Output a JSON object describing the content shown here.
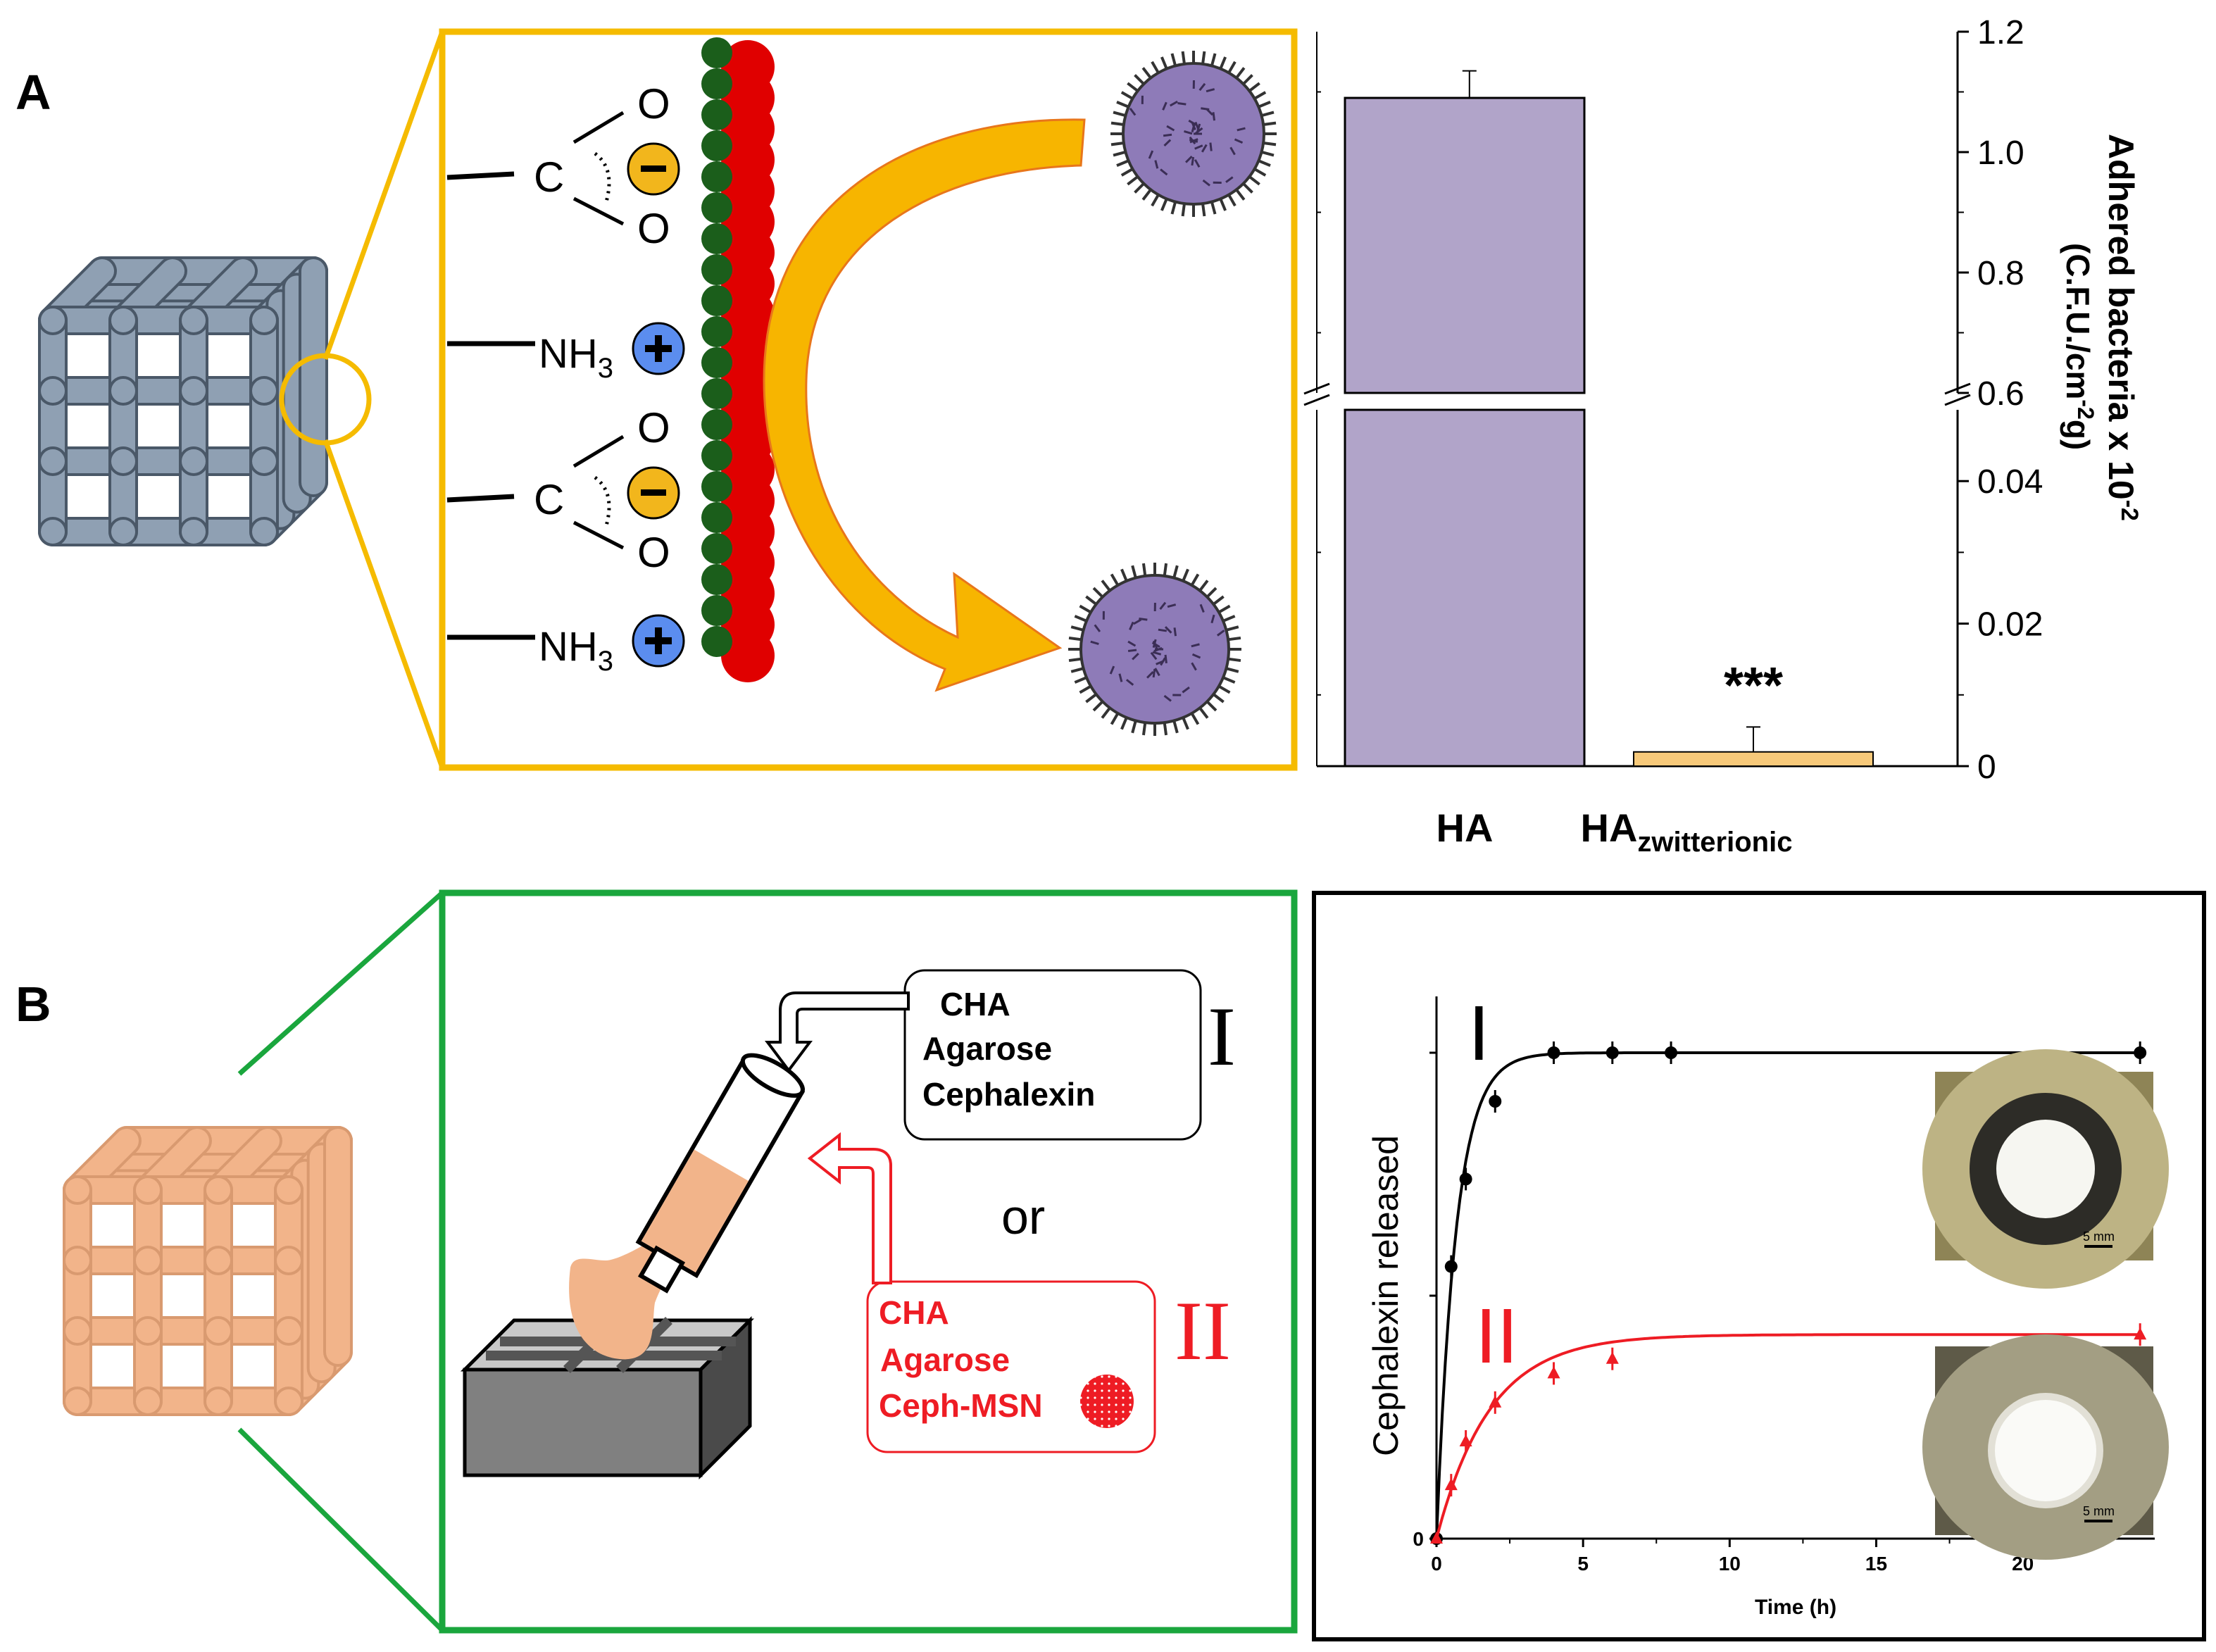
{
  "panels": {
    "A": {
      "label": "A",
      "scheme": {
        "carbon": "C",
        "oxygen": "O",
        "amine_text": "NH",
        "amine_sub": "3",
        "minus_sign": "−",
        "plus_sign": "+"
      },
      "colors": {
        "frame": "#F5BB00",
        "scaffold": "#6A7D91",
        "bacteria": "#8E7BB8",
        "bar_ha": "#B1A4C9",
        "bar_zw": "#F7C97A",
        "neg_charge": "#F2B61C",
        "pos_charge": "#5B8DEF"
      }
    },
    "B": {
      "label": "B",
      "formulation_I": {
        "roman": "I",
        "lines": [
          "CHA",
          "Agarose",
          "Cephalexin"
        ]
      },
      "connector": "or",
      "formulation_II": {
        "roman": "II",
        "lines": [
          "CHA",
          "Agarose",
          "Ceph-MSN"
        ]
      },
      "colors": {
        "frame": "#1AA63D",
        "scaffold": "#F2B48A",
        "series_I": "#000000",
        "series_II": "#EE1C24",
        "block": "#808080"
      },
      "inset_scale_label": "5 mm"
    }
  },
  "chart_data": [
    {
      "type": "bar",
      "panel": "A",
      "categories": [
        "HA",
        "HA"
      ],
      "category_subscripts": [
        "",
        "zwitterionic"
      ],
      "values": [
        1.09,
        0.002
      ],
      "errors": [
        0.045,
        0.0035
      ],
      "significance": [
        "",
        "***"
      ],
      "axis_break": true,
      "lower_segment": {
        "ylim": [
          0,
          0.05
        ],
        "ticks": [
          "0",
          "0.02",
          "0.04"
        ]
      },
      "upper_segment": {
        "ylim": [
          0.6,
          1.2
        ],
        "ticks": [
          "0.6",
          "0.8",
          "1.0",
          "1.2"
        ]
      },
      "ylabel": "Adhered bacteria x 10",
      "ylabel_sup": "-2",
      "ylabel_unit": "(C.F.U./cm",
      "ylabel_unit_sup": "-2",
      "ylabel_unit_end": "g)",
      "yaxis_side": "right"
    },
    {
      "type": "line",
      "panel": "B",
      "xlabel": "Time (h)",
      "ylabel": "Cephalexin released",
      "xlim": [
        0,
        24.5
      ],
      "xticks": [
        "0",
        "5",
        "10",
        "15",
        "20"
      ],
      "yticks": [
        "0"
      ],
      "series": [
        {
          "name": "I",
          "x": [
            0,
            0.5,
            1,
            2,
            4,
            6,
            8,
            24
          ],
          "y": [
            0,
            0.56,
            0.74,
            0.9,
            1.0,
            1.0,
            1.0,
            1.0
          ]
        },
        {
          "name": "II",
          "x": [
            0,
            0.5,
            1,
            2,
            4,
            6,
            24
          ],
          "y": [
            0,
            0.11,
            0.2,
            0.28,
            0.34,
            0.37,
            0.42
          ]
        }
      ]
    }
  ]
}
